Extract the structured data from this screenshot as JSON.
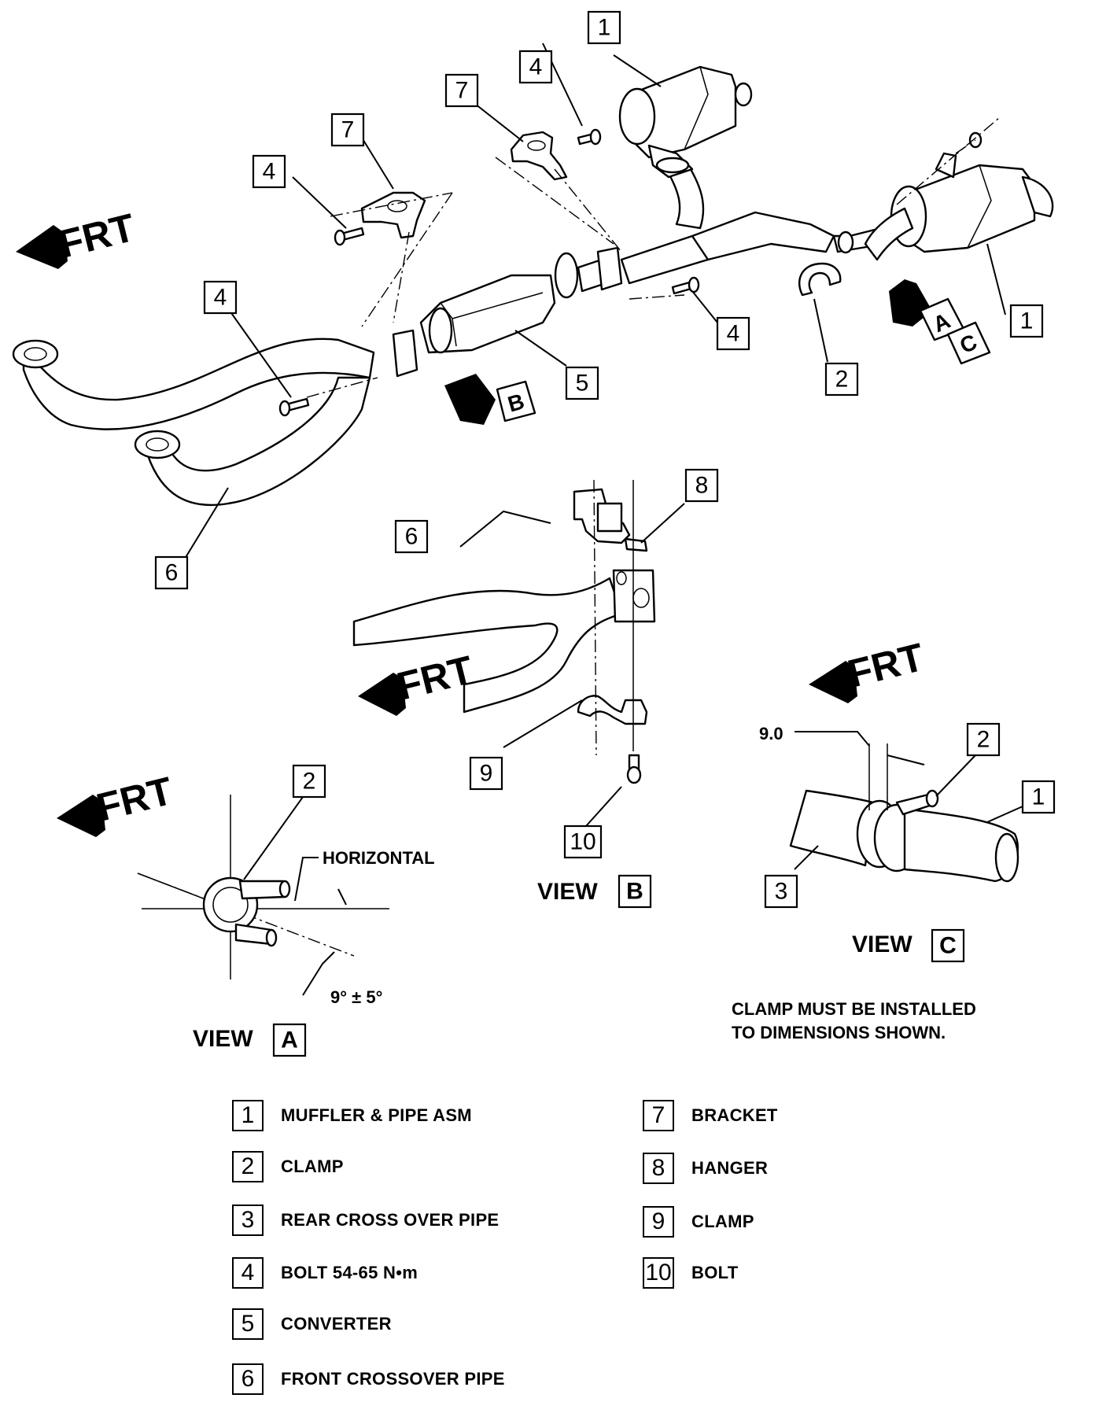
{
  "frt_label": "FRT",
  "view_word": "VIEW",
  "views": {
    "a": "A",
    "b": "B",
    "c": "C"
  },
  "arrow_tags": {
    "a": "A",
    "b": "B",
    "c": "C"
  },
  "callouts": {
    "main": [
      "1",
      "4",
      "7",
      "4",
      "7",
      "4",
      "1",
      "4",
      "5",
      "2",
      "6"
    ],
    "view_b": [
      "8",
      "6",
      "9",
      "10"
    ],
    "view_a": [
      "2"
    ],
    "view_c": [
      "2",
      "1",
      "3"
    ]
  },
  "annotations": {
    "horizontal": "HORIZONTAL",
    "angle": "9° ± 5°",
    "dimension": "9.0",
    "note_line1": "CLAMP MUST BE INSTALLED",
    "note_line2": "TO DIMENSIONS SHOWN."
  },
  "legend": [
    {
      "num": "1",
      "label": "MUFFLER & PIPE ASM"
    },
    {
      "num": "2",
      "label": "CLAMP"
    },
    {
      "num": "3",
      "label": "REAR CROSS OVER PIPE"
    },
    {
      "num": "4",
      "label": "BOLT 54-65 N•m"
    },
    {
      "num": "5",
      "label": "CONVERTER"
    },
    {
      "num": "6",
      "label": "FRONT CROSSOVER PIPE"
    },
    {
      "num": "7",
      "label": "BRACKET"
    },
    {
      "num": "8",
      "label": "HANGER"
    },
    {
      "num": "9",
      "label": "CLAMP"
    },
    {
      "num": "10",
      "label": "BOLT"
    }
  ]
}
